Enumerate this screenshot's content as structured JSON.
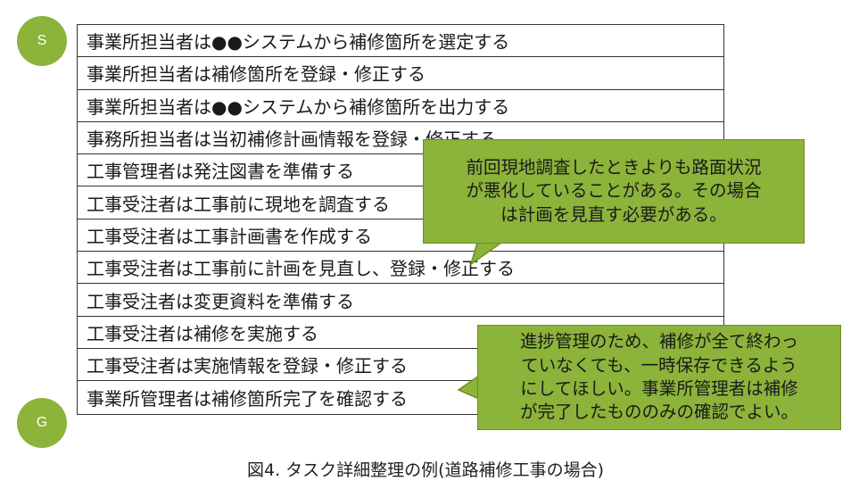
{
  "start_marker": "S",
  "goal_marker": "G",
  "tasks": [
    "事業所担当者は●●システムから補修箇所を選定する",
    "事業所担当者は補修箇所を登録・修正する",
    "事業所担当者は●●システムから補修箇所を出力する",
    "事務所担当者は当初補修計画情報を登録・修正する",
    "工事管理者は発注図書を準備する",
    "工事受注者は工事前に現地を調査する",
    "工事受注者は工事計画書を作成する",
    "工事受注者は工事前に計画を見直し、登録・修正する",
    "工事受注者は変更資料を準備する",
    "工事受注者は補修を実施する",
    "工事受注者は実施情報を登録・修正する",
    "事業所管理者は補修箇所完了を確認する"
  ],
  "callouts": [
    {
      "lines": [
        "前回現地調査したときよりも路面状況",
        "が悪化していることがある。その場合",
        "は計画を見直す必要がある。"
      ]
    },
    {
      "lines": [
        "進捗管理のため、補修が全て終わっ",
        "ていなくても、一時保存できるよう",
        "にしてほしい。事業所管理者は補修",
        "が完了したもののみの確認でよい。"
      ]
    }
  ],
  "caption": "図4. タスク詳細整理の例(道路補修工事の場合)",
  "colors": {
    "callout_fill": "#8cb33a",
    "marker_fill": "#8cb33a",
    "border": "#333333"
  }
}
